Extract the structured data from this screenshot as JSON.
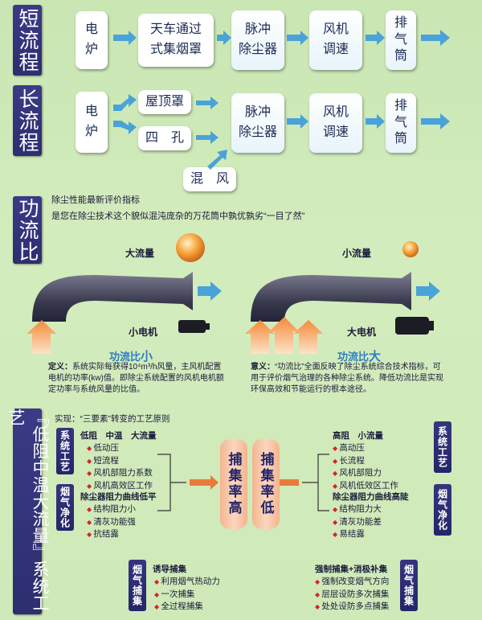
{
  "sections": {
    "short": {
      "label": "短流程",
      "steps": [
        "电\n炉",
        "天车通过\n式集烟罩",
        "脉冲\n除尘器",
        "风机\n调速",
        "排\n气\n筒"
      ]
    },
    "long": {
      "label": "长流程",
      "steps": [
        "电\n炉",
        "屋顶罩",
        "四　孔",
        "脉冲\n除尘器",
        "风机\n调速",
        "排\n气\n筒",
        "混　风"
      ]
    },
    "ratio": {
      "label": "功流比",
      "intro1": "除尘性能最新评价指标",
      "intro2": "是您在除尘技术这个貌似混沌庞杂的万花筒中孰优孰劣“一目了然”",
      "left": {
        "flow": "大流量",
        "motor": "小电机",
        "title_prefix": "功流比",
        "title_em": "小",
        "def_label": "定义：",
        "def_text": "系统实际每获得10⁴m³/h风量，主风机配置电机的功率(kw)值。即除尘系统配置的风机电机额定功率与系统风量的比值。"
      },
      "right": {
        "flow": "小流量",
        "motor": "大电机",
        "title_prefix": "功流比",
        "title_em": "大",
        "def_label": "意义：",
        "def_text": "“功流比”全面反映了除尘系统综合技术指标，可用于评价烟气治理的各种除尘系统。降低功流比是实现环保高效和节能运行的根本途径。"
      }
    },
    "process": {
      "label": "『低阻中温大流量』系统工艺",
      "realize": "实现：“三要素”转变的工艺原则",
      "left_sys_head": "低阻　中温　大流量",
      "left_sys": [
        "低动压",
        "短流程",
        "风机部阻力系数",
        "风机高效区工作"
      ],
      "left_curve_head": "除尘器阻力曲线低平",
      "left_curve": [
        "结构阻力小",
        "清灰功能强",
        "抗结露"
      ],
      "left_capture_head": "诱导捕集",
      "left_capture": [
        "利用烟气热动力",
        "一次捕集",
        "全过程捕集"
      ],
      "right_sys_head": "高阻　小流量",
      "right_sys": [
        "高动压",
        "长流程",
        "风机部阻力",
        "风机低效区工作"
      ],
      "right_curve_head": "除尘器阻力曲线高陡",
      "right_curve": [
        "结构阻力大",
        "清灰功能差",
        "易结露"
      ],
      "right_capture_head": "强制捕集+消极补集",
      "right_capture": [
        "强制改变烟气方向",
        "层层设防多次捕集",
        "处处设防多点捕集"
      ],
      "center_left": "捕集率高",
      "center_right": "捕集率低",
      "tags": {
        "system": "系统工艺",
        "gas": "烟气净化",
        "capture": "烟气捕集"
      }
    }
  }
}
